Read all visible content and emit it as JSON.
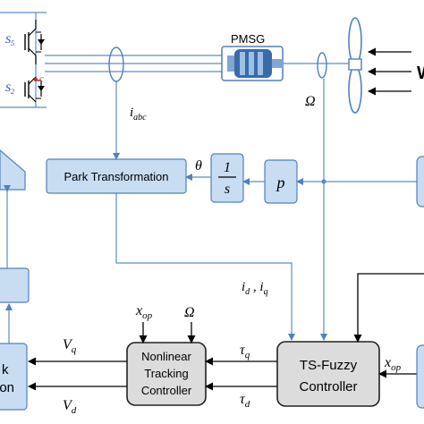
{
  "blocks": {
    "pmsg": "PMSG",
    "park": "Park Transformation",
    "integrator_num": "1",
    "integrator_den": "s",
    "pole_pairs": "p",
    "nonlinear_line1": "Nonlinear",
    "nonlinear_line2": "Tracking",
    "nonlinear_line3": "Controller",
    "tsfuzzy_line1": "TS-Fuzzy",
    "tsfuzzy_line2": "Controller",
    "left_block_line1": "k",
    "left_block_line2": "ion"
  },
  "switches": {
    "s5_main": "S",
    "s5_sub": "5",
    "s2_main": "S",
    "s2_sub": "2",
    "c": "c"
  },
  "signals": {
    "i_main": "i",
    "i_sub": "abc",
    "omega": "Ω",
    "theta": "θ",
    "idq": "i_d , i_q",
    "xop_nl": "x_op",
    "omega_nl": "Ω",
    "tau_q": "τ_q",
    "tau_d": "τ_d",
    "vq": "V_q",
    "vd": "V_d",
    "xop_ts": "x_op",
    "wind": "W"
  }
}
